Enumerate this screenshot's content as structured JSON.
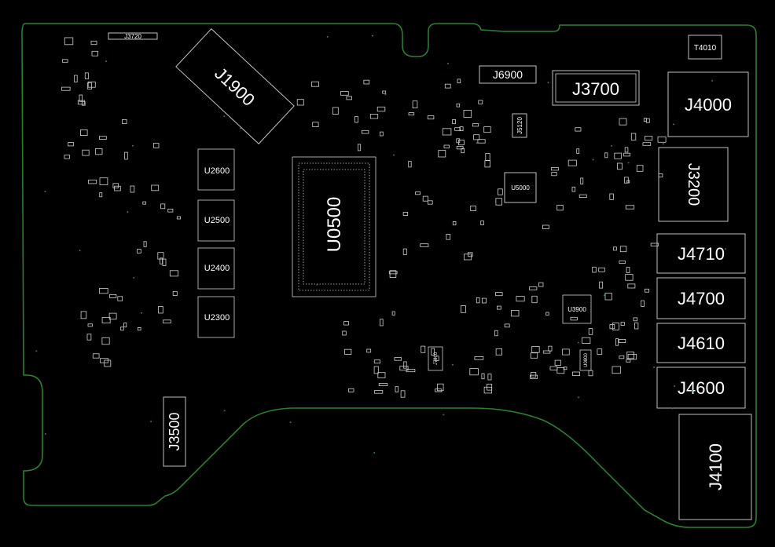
{
  "board": {
    "outline_color": "#2e7d32",
    "silk_color": "#ffffff",
    "background": "#000000"
  },
  "labels": {
    "j3720": "J3720",
    "j1900": "J1900",
    "j6900": "J6900",
    "j3700": "J3700",
    "j4000": "J4000",
    "t4010": "T4010",
    "j5120": "J5120",
    "u5000": "U5000",
    "j3200": "J3200",
    "u2600": "U2600",
    "u2500": "U2500",
    "u2400": "U2400",
    "u2300": "U2300",
    "u0500": "U0500",
    "u3900": "U3900",
    "j4710": "J4710",
    "j4700": "J4700",
    "j4610": "J4610",
    "j4600": "J4600",
    "j3500": "J3500",
    "j4100": "J4100",
    "u0800": "U0800",
    "j7810": "J7810"
  }
}
